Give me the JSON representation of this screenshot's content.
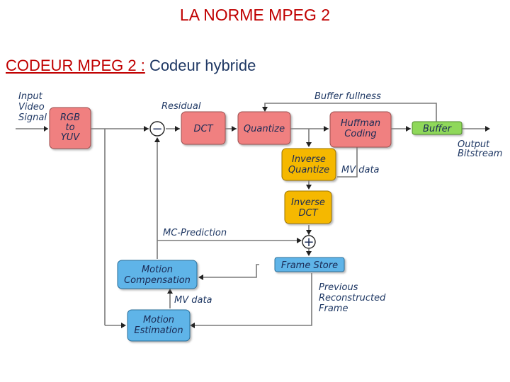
{
  "title": "LA NORME  MPEG 2",
  "subtitle": {
    "prefix": "CODEUR MPEG 2 :",
    "suffix": "Codeur hybride"
  },
  "colors": {
    "title": "#c00000",
    "salmon_block": "#f08080",
    "orange_block": "#f5b800",
    "blue_block": "#5fb4e8",
    "green_block": "#8fd85a"
  },
  "diagram": {
    "blocks": {
      "rgb_to_yuv": [
        "RGB",
        "to",
        "YUV"
      ],
      "dct": [
        "DCT"
      ],
      "quantize": [
        "Quantize"
      ],
      "huffman_coding": [
        "Huffman",
        "Coding"
      ],
      "buffer": [
        "Buffer"
      ],
      "inverse_quantize": [
        "Inverse",
        "Quantize"
      ],
      "inverse_dct": [
        "Inverse",
        "DCT"
      ],
      "frame_store": [
        "Frame Store"
      ],
      "motion_compensation": [
        "Motion",
        "Compensation"
      ],
      "motion_estimation": [
        "Motion",
        "Estimation"
      ]
    },
    "labels": {
      "input_video_signal": [
        "Input",
        "Video",
        "Signal"
      ],
      "residual": "Residual",
      "buffer_fullness": "Buffer fullness",
      "output_bitstream": [
        "Output",
        "Bitstream"
      ],
      "mv_data_huffman": "MV data",
      "mc_prediction": "MC-Prediction",
      "mv_data_me": "MV data",
      "previous_reconstructed_frame": [
        "Previous",
        "Reconstructed",
        "Frame"
      ]
    },
    "operators": {
      "subtract": "−",
      "add": "+"
    }
  }
}
